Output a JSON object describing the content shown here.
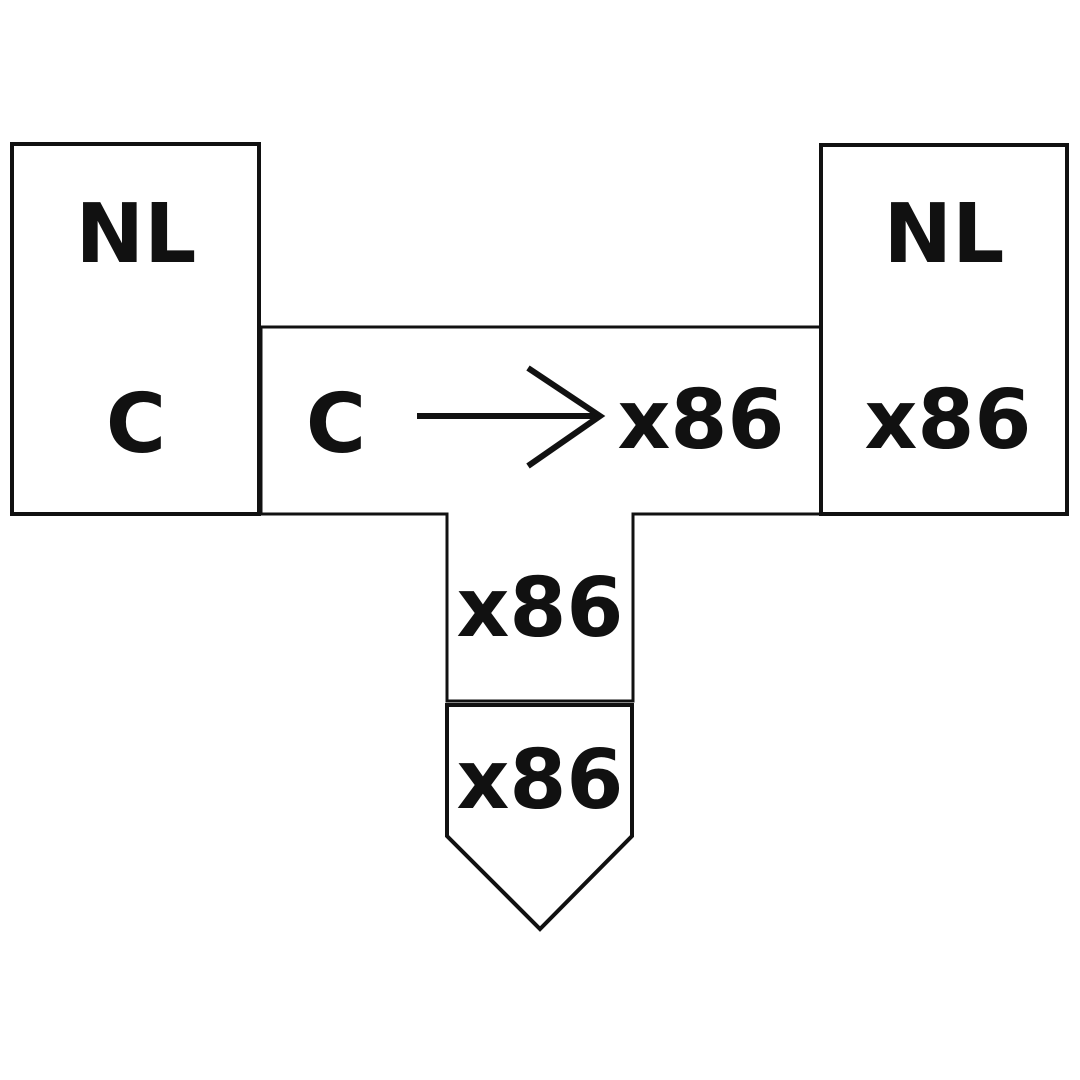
{
  "diagram": {
    "left_tombstone": {
      "top_label": "NL",
      "bottom_label": "C"
    },
    "translator": {
      "source_label": "C",
      "target_label": "x86",
      "implementation_label": "x86"
    },
    "right_tombstone": {
      "top_label": "NL",
      "bottom_label": "x86"
    },
    "machine": {
      "label": "x86"
    }
  }
}
